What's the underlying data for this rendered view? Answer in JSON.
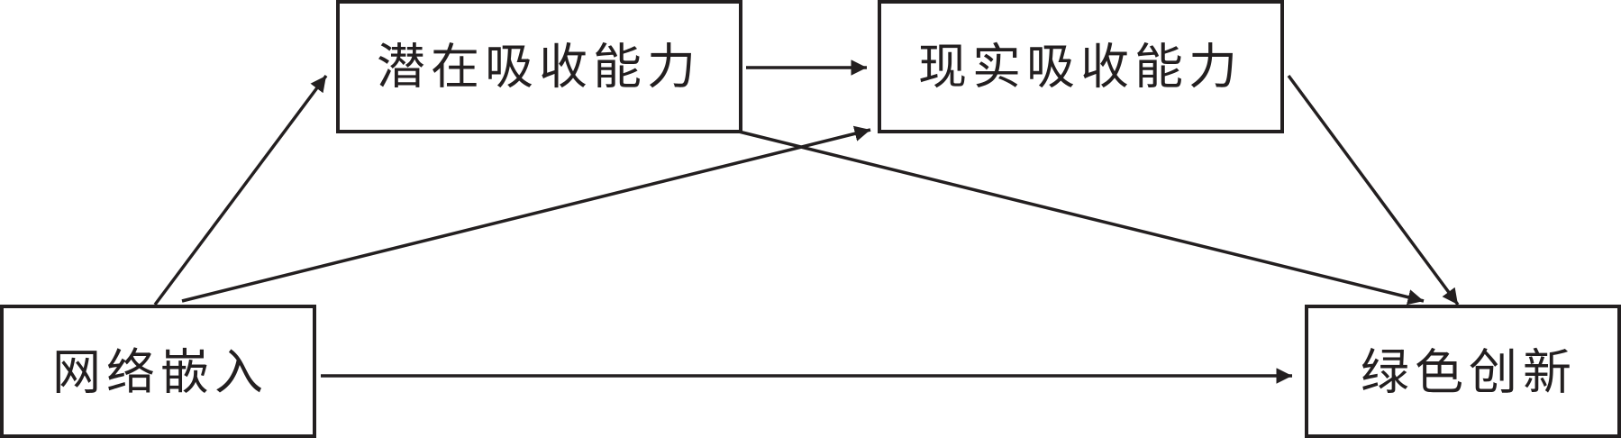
{
  "colors": {
    "ink": "#231f20",
    "background": "#ffffff"
  },
  "nodes": {
    "network_embedding": "网络嵌入",
    "potential_absorptive_capacity": "潜在吸收能力",
    "realized_absorptive_capacity": "现实吸收能力",
    "green_innovation": "绿色创新"
  },
  "edges": [
    {
      "from": "network_embedding",
      "to": "potential_absorptive_capacity"
    },
    {
      "from": "network_embedding",
      "to": "realized_absorptive_capacity"
    },
    {
      "from": "network_embedding",
      "to": "green_innovation"
    },
    {
      "from": "potential_absorptive_capacity",
      "to": "realized_absorptive_capacity"
    },
    {
      "from": "potential_absorptive_capacity",
      "to": "green_innovation"
    },
    {
      "from": "realized_absorptive_capacity",
      "to": "green_innovation"
    }
  ]
}
